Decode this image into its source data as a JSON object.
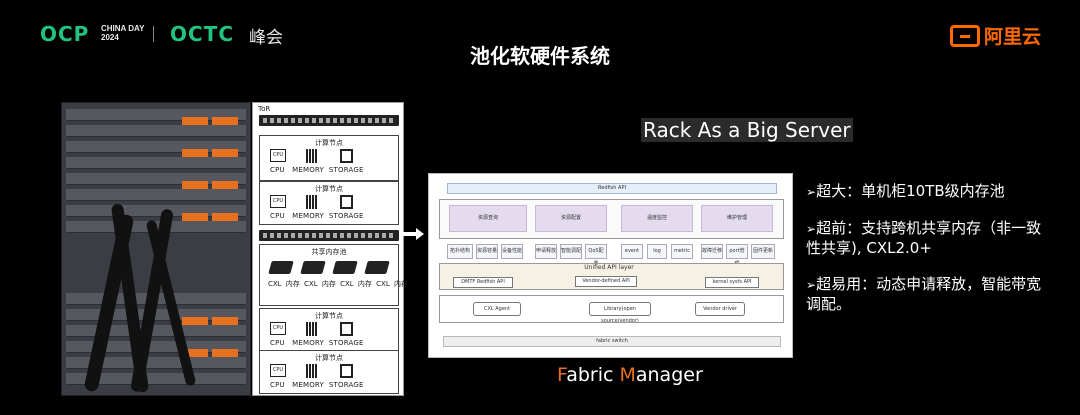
{
  "header": {
    "ocp": "OCP",
    "china_day": "CHINA DAY",
    "year": "2024",
    "octc": "OCTC",
    "octc_sub": "峰会",
    "brand": "阿里云",
    "brand_color": "#ff6a00",
    "accent_green": "#21c47f"
  },
  "title": "池化软硬件系统",
  "rack": {
    "tor": "ToR",
    "compute_node": "计算节点",
    "cpu": "CPU",
    "memory": "MEMORY",
    "storage": "STORAGE",
    "shared_pool": "共享内存池",
    "cxl_mem": "CXL 内存"
  },
  "rack_heading": "Rack As a Big Server",
  "fabric": {
    "redfish_api": "Redfish API",
    "services": [
      "资源查询",
      "资源配置",
      "温度监控",
      "维护管理"
    ],
    "functions": [
      "拓扑结构",
      "资源容量",
      "设备性能",
      "申请释放",
      "智能调配",
      "QoS配置",
      "event",
      "log",
      "metric",
      "故障迁移",
      "port管理",
      "固件更新"
    ],
    "unified_api": "Unified API layer",
    "dmtf_api": "DMTF Redfish API",
    "vendor_api": "Vendor-defined API",
    "kernel_api": "kernel sysfs API",
    "cxl_agent": "CXL Agent",
    "library": "Library(open source/vendor)",
    "vendor_driver": "Vendor driver",
    "fabric_switch": "fabric switch"
  },
  "caption": {
    "f": "F",
    "abric": "abric ",
    "m": "M",
    "anager": "anager"
  },
  "bullets": [
    {
      "marker": "➢",
      "text": "超大：单机柜10TB级内存池"
    },
    {
      "marker": "➢",
      "text": "超前：支持跨机共享内存（非一致性共享), CXL2.0+"
    },
    {
      "marker": "➢",
      "text": "超易用：动态申请释放，智能带宽调配。"
    }
  ]
}
